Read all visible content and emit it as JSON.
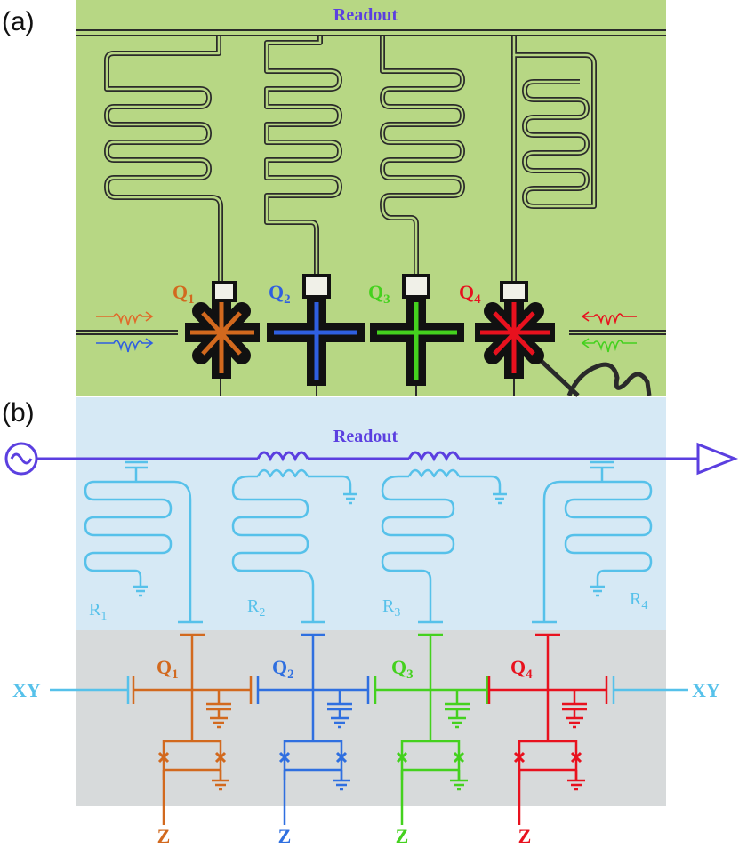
{
  "panel_a": {
    "label": "(a)",
    "title": "Readout",
    "qubits": [
      {
        "name": "Q",
        "index": "1",
        "color": "#d2691e"
      },
      {
        "name": "Q",
        "index": "2",
        "color": "#2f5fe0"
      },
      {
        "name": "Q",
        "index": "3",
        "color": "#44d11e"
      },
      {
        "name": "Q",
        "index": "4",
        "color": "#e8111e"
      }
    ]
  },
  "panel_b": {
    "label": "(b)",
    "title": "Readout",
    "resonators": [
      {
        "name": "R",
        "index": "1"
      },
      {
        "name": "R",
        "index": "2"
      },
      {
        "name": "R",
        "index": "3"
      },
      {
        "name": "R",
        "index": "4"
      }
    ],
    "qubits": [
      {
        "name": "Q",
        "index": "1",
        "color": "#d2691e"
      },
      {
        "name": "Q",
        "index": "2",
        "color": "#2f6fe0"
      },
      {
        "name": "Q",
        "index": "3",
        "color": "#44d11e"
      },
      {
        "name": "Q",
        "index": "4",
        "color": "#e8111e"
      }
    ],
    "xy_left": "XY",
    "xy_right": "XY",
    "z_labels": [
      "Z",
      "Z",
      "Z",
      "Z"
    ]
  },
  "colors": {
    "chip_background": "#b7d784",
    "readout_label": "#5b3fe0",
    "resonator_panel": "#d6e9f5",
    "resonator_line": "#56c1ea",
    "qubit_panel": "#d7dadb",
    "feedline": "#5b3fe0",
    "xy_line": "#56c1ea"
  }
}
